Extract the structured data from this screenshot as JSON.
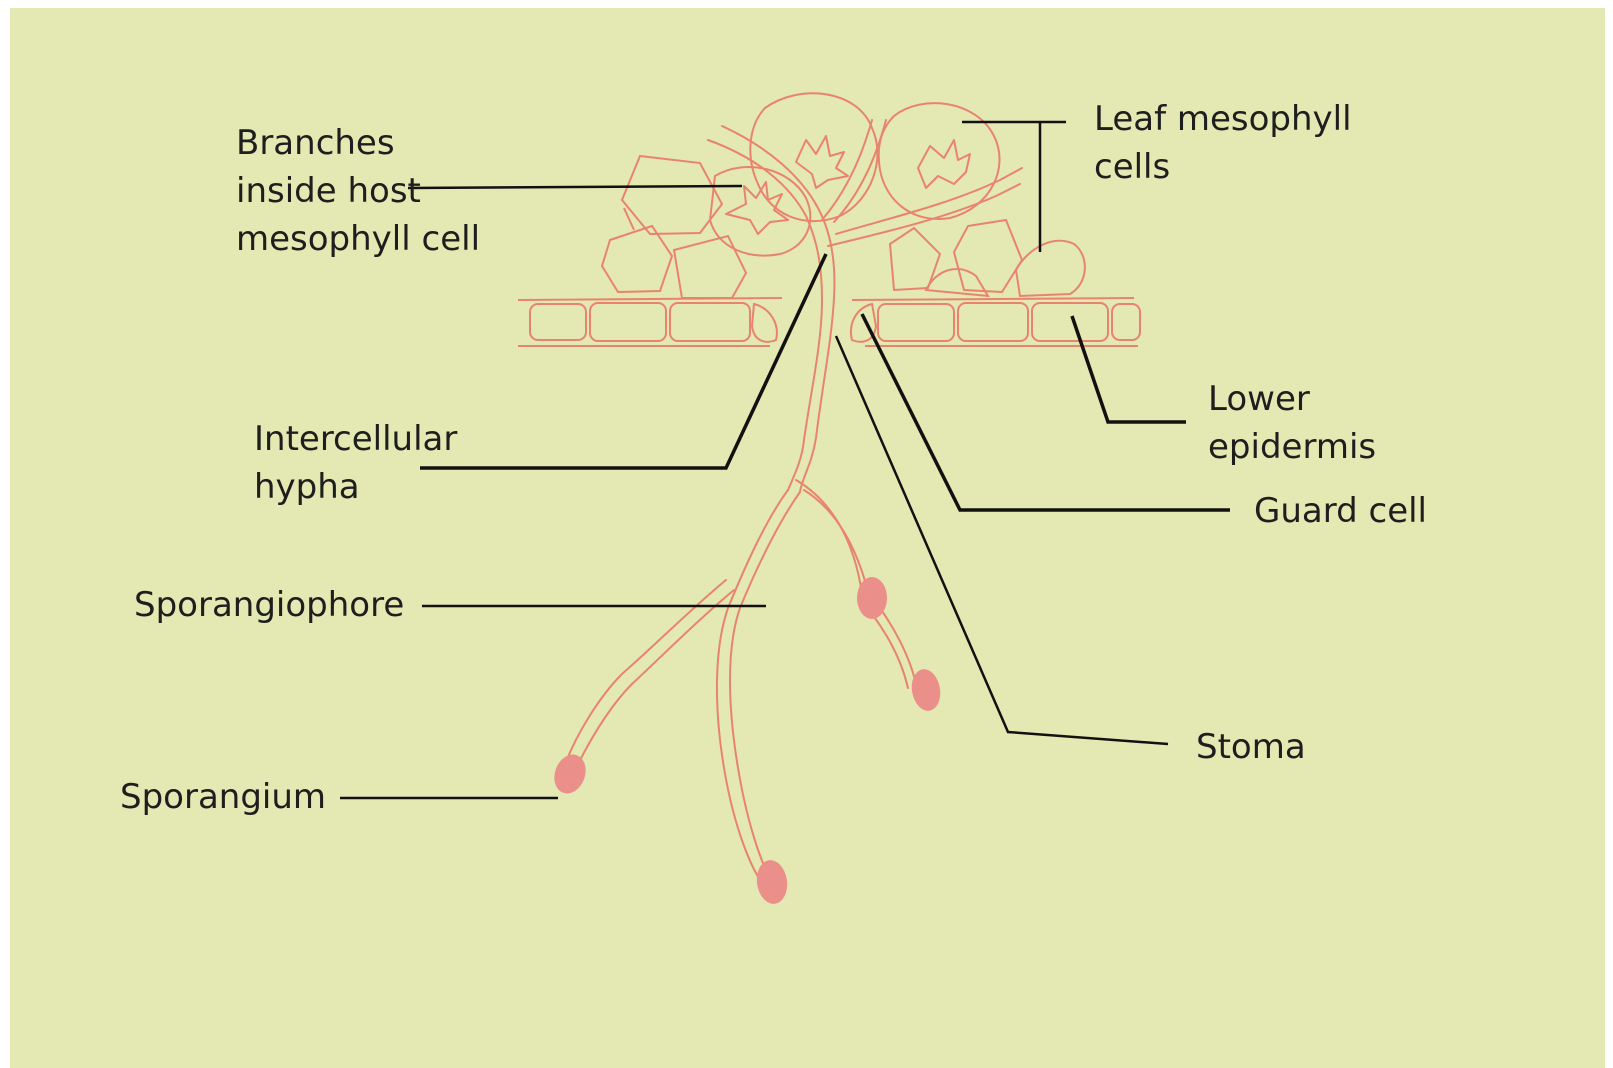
{
  "colors": {
    "background": "#e4e8b2",
    "cell_outline": "#e8846e",
    "sporangium": "#eb8f8b",
    "leader_line": "#111111",
    "label_text": "#1e1e1e"
  },
  "labels": {
    "branches": [
      "Branches",
      "inside host",
      "mesophyll cell"
    ],
    "leaf_mesophyll": [
      "Leaf mesophyll",
      "cells"
    ],
    "lower_epidermis": [
      "Lower",
      "epidermis"
    ],
    "intercellular_hypha": [
      "Intercellular",
      "hypha"
    ],
    "guard_cell": "Guard cell",
    "sporangiophore": "Sporangiophore",
    "stoma": "Stoma",
    "sporangium": "Sporangium"
  }
}
